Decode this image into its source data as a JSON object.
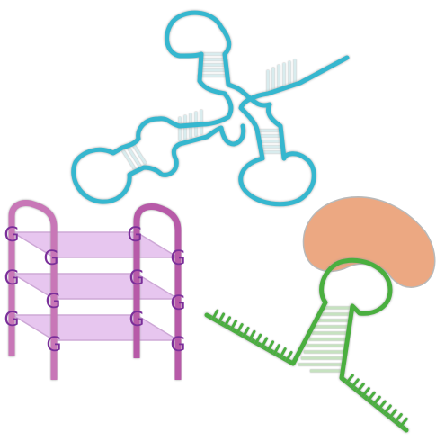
{
  "colors": {
    "trna": "#36b7cf",
    "trna_rungs": "#d9ecee",
    "quad_plane": "#e7c6ef",
    "quad_plane_edge": "#cda8d6",
    "quad_strand_a": "#c877b7",
    "quad_strand_b": "#b75aa8",
    "quad_letter": "#7a2f9a",
    "hairpin": "#4aaf3f",
    "hairpin_rungs": "#c6e2c0",
    "protein_blob": "#eca882",
    "outline": "#b9b9b9"
  },
  "icons": {
    "trna": "trna-cloverleaf-icon",
    "g_quadruplex": "g-quadruplex-icon",
    "hairpin_protein": "rna-hairpin-protein-icon"
  },
  "g_quadruplex": {
    "letters": [
      "G",
      "G",
      "G",
      "G",
      "G",
      "G",
      "G",
      "G",
      "G",
      "G",
      "G",
      "G"
    ]
  }
}
